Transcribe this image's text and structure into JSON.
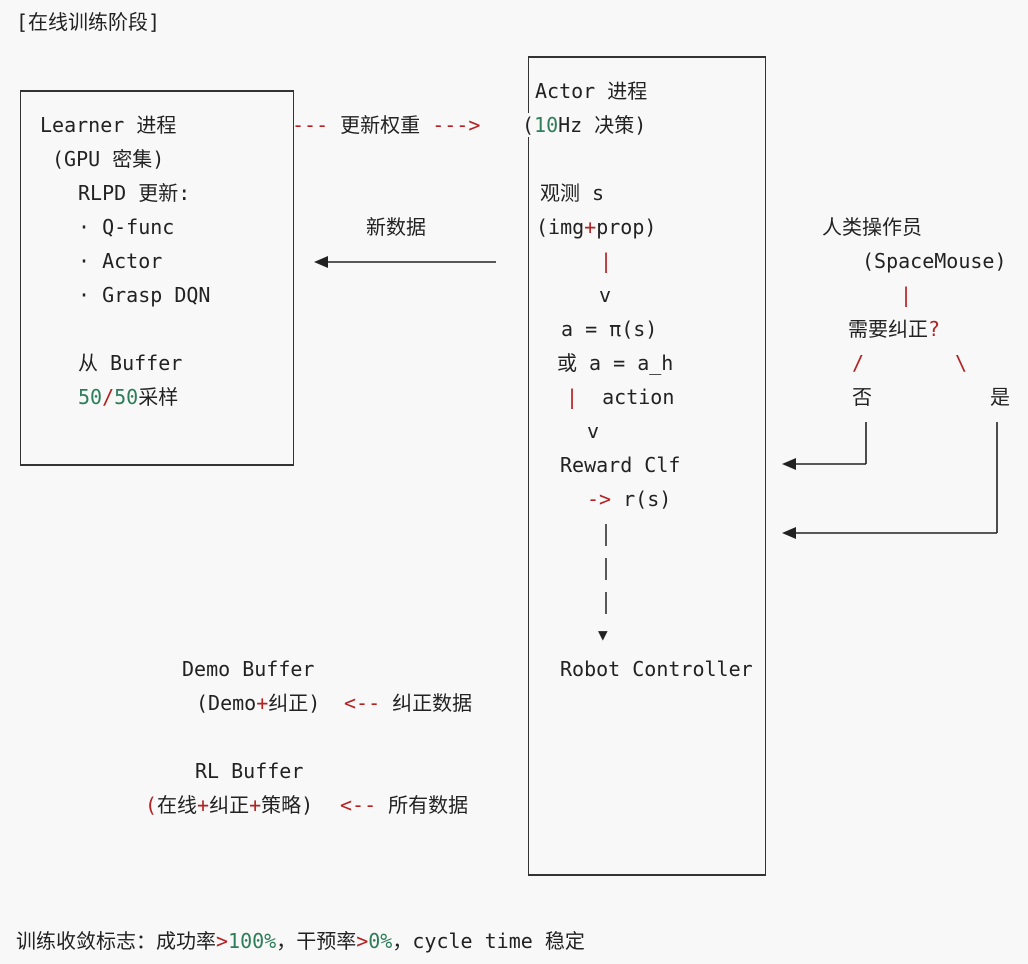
{
  "header": "[在线训练阶段]",
  "learner": {
    "title": "Learner 进程",
    "subtitle": "(GPU 密集)",
    "update_label": "RLPD 更新:",
    "items": [
      "· Q-func",
      "· Actor",
      "· Grasp DQN"
    ],
    "sample_line1": "从 Buffer",
    "sample_ratio_a": "50",
    "sample_ratio_sep": "/",
    "sample_ratio_b": "50",
    "sample_suffix": "采样"
  },
  "arrows": {
    "weights_dashes_left": "---",
    "weights_label": "更新权重",
    "weights_dashes_right": "--->",
    "new_data_label": "新数据",
    "corrections_arrow": "<--",
    "corrections_label": "纠正数据",
    "all_data_arrow": "<--",
    "all_data_label": "所有数据"
  },
  "actor": {
    "title": "Actor 进程",
    "freq_open": "(",
    "freq_num": "10",
    "freq_unit": "Hz 决策)",
    "observe": "观测 s",
    "obs_open": "(img",
    "obs_plus": "+",
    "obs_close": "prop)",
    "pipe": "|",
    "v1": "v",
    "policy": "a = π(s)",
    "or_human": "或 a = a_h",
    "action_pipe": "|",
    "action": "action",
    "v2": "v",
    "reward": "Reward Clf",
    "reward_arrow": "->",
    "reward_value": "r(s)",
    "down_arrow": "▼",
    "controller": "Robot Controller"
  },
  "operator": {
    "title": "人类操作员",
    "device": "(SpaceMouse)",
    "pipe": "|",
    "question": "需要纠正",
    "question_mark": "?",
    "slash_left": "/",
    "slash_right": "\\",
    "no": "否",
    "yes": "是"
  },
  "demo_buffer": {
    "name": "Demo Buffer",
    "open": "(Demo",
    "plus": "+",
    "close": "纠正)"
  },
  "rl_buffer": {
    "name": "RL Buffer",
    "open": "(",
    "part1": "在线",
    "plus1": "+",
    "part2": "纠正",
    "plus2": "+",
    "part3": "策略)"
  },
  "footer": {
    "prefix": "训练收敛标志：成功率",
    "gt1": ">",
    "success": "100%",
    "mid": "，干预率",
    "gt2": ">",
    "intervention": "0%",
    "sep": "，",
    "cycle": "cycle time",
    "suffix": " 稳定"
  },
  "colors": {
    "accent_red": "#b22222",
    "accent_green": "#2e7d5b",
    "text": "#222222",
    "background": "#f8f8f8"
  }
}
